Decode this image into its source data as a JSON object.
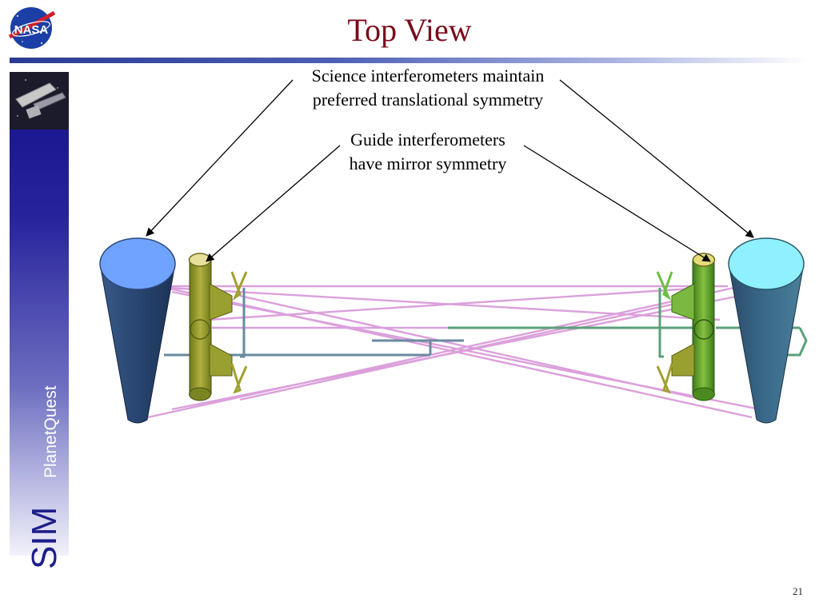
{
  "slide": {
    "title": "Top View",
    "page_number": "21"
  },
  "logos": {
    "nasa_text": "NASA",
    "brand_sim": "SIM",
    "brand_planetquest": "PlanetQuest"
  },
  "annotations": {
    "science_line1": "Science interferometers maintain",
    "science_line2": "preferred translational symmetry",
    "guide_line1": "Guide interferometers",
    "guide_line2": "have mirror symmetry"
  },
  "colors": {
    "title": "#7a0a1a",
    "science_left": "#6fa3ff",
    "science_right": "#8ff1ff",
    "guide_left": "#a8a830",
    "guide_right": "#6ab030",
    "beam_lines": "#d896d8"
  }
}
